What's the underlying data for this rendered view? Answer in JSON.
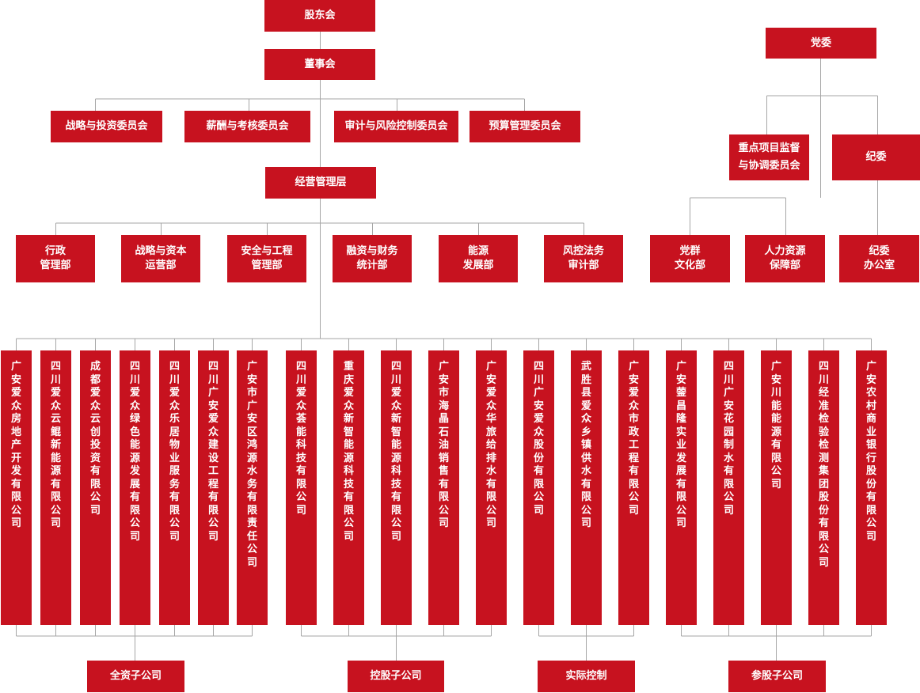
{
  "top": {
    "shareholders": "股东会",
    "board": "董事会",
    "management": "经营管理层",
    "party_committee": "党委"
  },
  "committees": [
    "战略与投资委员会",
    "薪酬与考核委员会",
    "审计与风险控制委员会",
    "预算管理委员会"
  ],
  "departments": [
    "行政\n管理部",
    "战略与资本\n运营部",
    "安全与工程\n管理部",
    "融资与财务\n统计部",
    "能源\n发展部",
    "风控法务\n审计部"
  ],
  "party": {
    "key_project": "重点项目监督\n与协调委员会",
    "discipline": "纪委",
    "depts": [
      "党群\n文化部",
      "人力资源\n保障部",
      "纪委\n办公室"
    ]
  },
  "subsidiaries": [
    "广安爱众房地产开发有限公司",
    "四川爱众云鲲新能源有限公司",
    "成都爱众云创投资有限公司",
    "四川爱众绿色能源发展有限公司",
    "四川爱众乐居物业服务有限公司",
    "四川广安爱众建设工程有限公司",
    "广安市广安区鸿源水务有限责任公司",
    "四川爱众荟能科技有限公司",
    "重庆爱众新智能源科技有限公司",
    "四川爱众新智能源科技有限公司",
    "广安市海晶石油销售有限公司",
    "广安爱众华旅给排水有限公司",
    "四川广安爱众股份有限公司",
    "武胜县爱众乡镇供水有限公司",
    "广安爱众市政工程有限公司",
    "广安蓥昌隆实业发展有限公司",
    "四川广安花园制水有限公司",
    "广安川能能源有限公司",
    "四川经准检验检测集团股份有限公司",
    "广安农村商业银行股份有限公司"
  ],
  "groups": [
    "全资子公司",
    "控股子公司",
    "实际控制",
    "参股子公司"
  ]
}
